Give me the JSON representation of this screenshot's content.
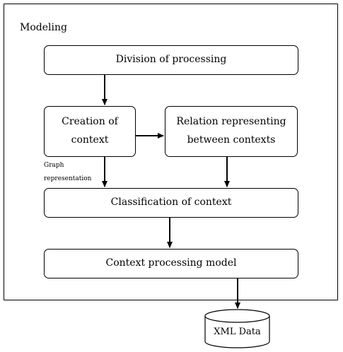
{
  "diagram": {
    "frame_label": "Modeling",
    "nodes": {
      "division": "Division of processing",
      "creation": [
        "Creation of",
        "context"
      ],
      "relation": [
        "Relation representing",
        "between contexts"
      ],
      "classification": "Classification of context",
      "context_model": "Context processing model",
      "xml_data": "XML Data"
    },
    "edge_label": [
      "Graph",
      "representation"
    ],
    "edges": [
      [
        "division",
        "creation"
      ],
      [
        "creation",
        "relation"
      ],
      [
        "creation",
        "classification"
      ],
      [
        "relation",
        "classification"
      ],
      [
        "classification",
        "context_model"
      ],
      [
        "context_model",
        "xml_data"
      ]
    ]
  }
}
